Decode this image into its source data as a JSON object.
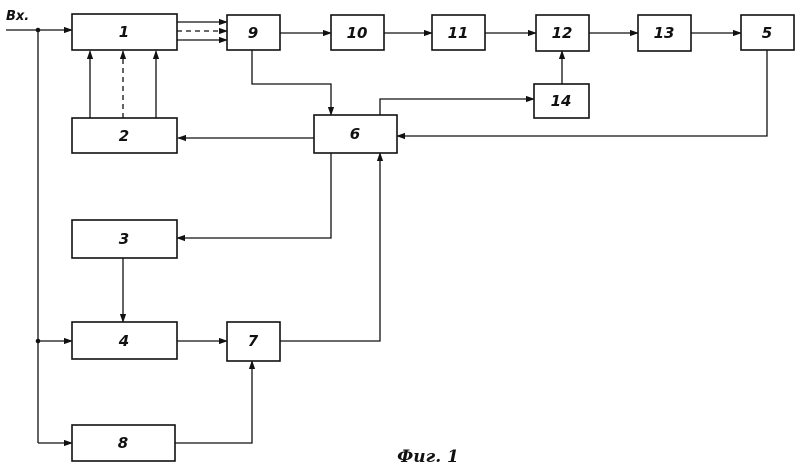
{
  "diagram": {
    "input_label": "Вх.",
    "caption": "Фиг. 1",
    "blocks": {
      "b1": "1",
      "b2": "2",
      "b3": "3",
      "b4": "4",
      "b5": "5",
      "b6": "6",
      "b7": "7",
      "b8": "8",
      "b9": "9",
      "b10": "10",
      "b11": "11",
      "b12": "12",
      "b13": "13",
      "b14": "14"
    }
  }
}
